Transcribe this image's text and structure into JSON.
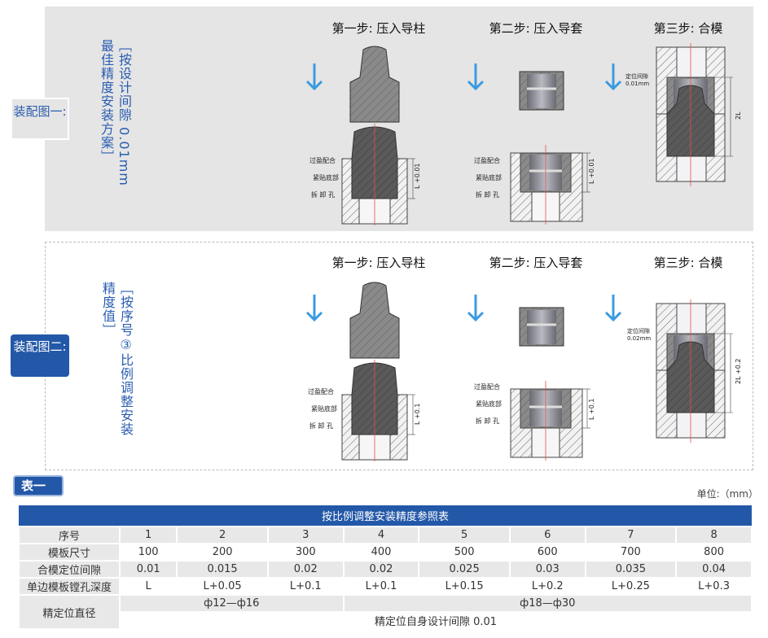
{
  "panels": [
    {
      "label": "装配图一:",
      "vertical_text": [
        "［按设计间隙 0.01mm",
        "最佳精度安装方案］"
      ],
      "steps": [
        {
          "title": "第一步: 压入导柱",
          "dim": "L +0.01"
        },
        {
          "title": "第二步: 压入导套",
          "dim": "L +0.01"
        },
        {
          "title": "第三步: 合模",
          "dim": "2L",
          "gap_label": "定位间隙",
          "gap_value": "0.01mm"
        }
      ]
    },
    {
      "label": "装配图二:",
      "vertical_text": [
        "［按序号③比例调整安装",
        "精度值］"
      ],
      "steps": [
        {
          "title": "第一步: 压入导柱",
          "dim": "L +0.1"
        },
        {
          "title": "第二步: 压入导套",
          "dim": "L +0.1"
        },
        {
          "title": "第三步: 合模",
          "dim": "2L +0.2",
          "gap_label": "定位间隙",
          "gap_value": "0.02mm"
        }
      ]
    }
  ],
  "annotations": [
    "过盈配合",
    "紧贴底部",
    "拆 卸 孔"
  ],
  "table": {
    "tab_label": "表一",
    "unit": "单位:（mm）",
    "title": "按比例调整安装精度参照表",
    "rows": [
      {
        "header": "序号",
        "cells": [
          "1",
          "2",
          "3",
          "4",
          "5",
          "6",
          "7",
          "8"
        ]
      },
      {
        "header": "模板尺寸",
        "cells": [
          "100",
          "200",
          "300",
          "400",
          "500",
          "600",
          "700",
          "800"
        ]
      },
      {
        "header": "合模定位间隙",
        "cells": [
          "0.01",
          "0.015",
          "0.02",
          "0.02",
          "0.025",
          "0.03",
          "0.035",
          "0.04"
        ]
      },
      {
        "header": "单边模板镗孔深度",
        "cells": [
          "L",
          "L+0.05",
          "L+0.1",
          "L+0.1",
          "L+0.15",
          "L+0.2",
          "L+0.25",
          "L+0.3"
        ]
      }
    ],
    "diameter": {
      "header": "精定位直径",
      "small": "ф12—ф16",
      "large": "ф18—ф30",
      "note": "精定位自身设计间隙 0.01"
    }
  },
  "colors": {
    "accent": "#2358a8",
    "arrow": "#3b9be0"
  }
}
